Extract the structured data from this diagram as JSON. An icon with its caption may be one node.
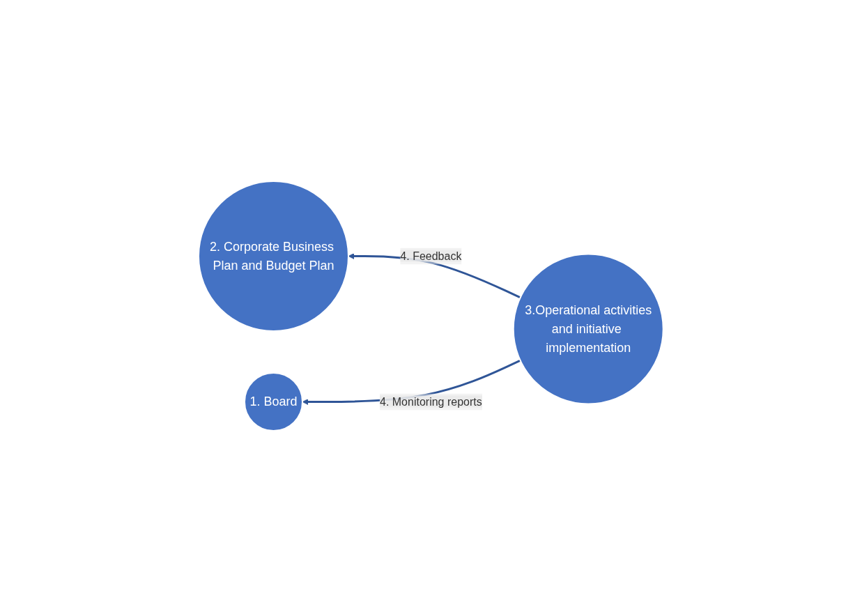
{
  "diagram": {
    "nodes": [
      {
        "text": [
          "1. Board"
        ]
      },
      {
        "text": [
          "2. Corporate Business Plan and Budget Plan"
        ]
      },
      {
        "text": [
          "3.Operational activities",
          "and initiative implementation"
        ]
      }
    ],
    "edges": [
      {
        "from": 2,
        "to": 1,
        "arrow": "to",
        "label": "4. Feedback"
      },
      {
        "from": 2,
        "to": 0,
        "arrow": "to",
        "label": "4. Monitoring reports"
      }
    ]
  }
}
